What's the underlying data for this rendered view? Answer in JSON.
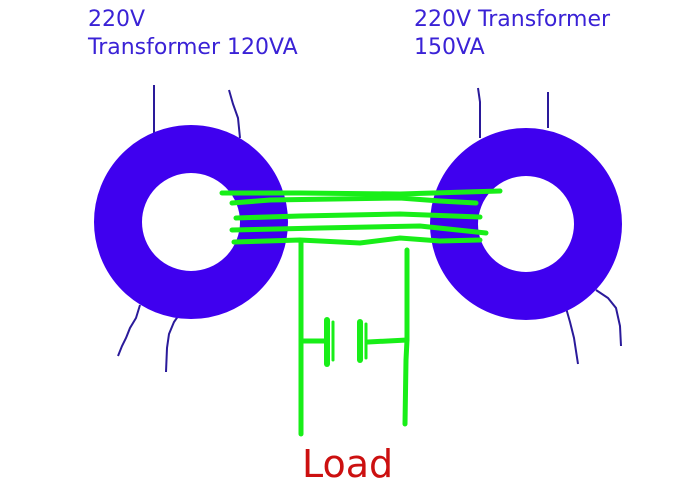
{
  "labels": {
    "left_line1": "220V",
    "left_line2": "Transformer 120VA",
    "right_line1": "220V Transformer",
    "right_line2": "150VA",
    "load": "Load"
  },
  "colors": {
    "core": "#3f00ef",
    "winding": "#18ee18",
    "lead": "#2a1a9a",
    "label": "#3a22d6",
    "load": "#cc1010"
  }
}
